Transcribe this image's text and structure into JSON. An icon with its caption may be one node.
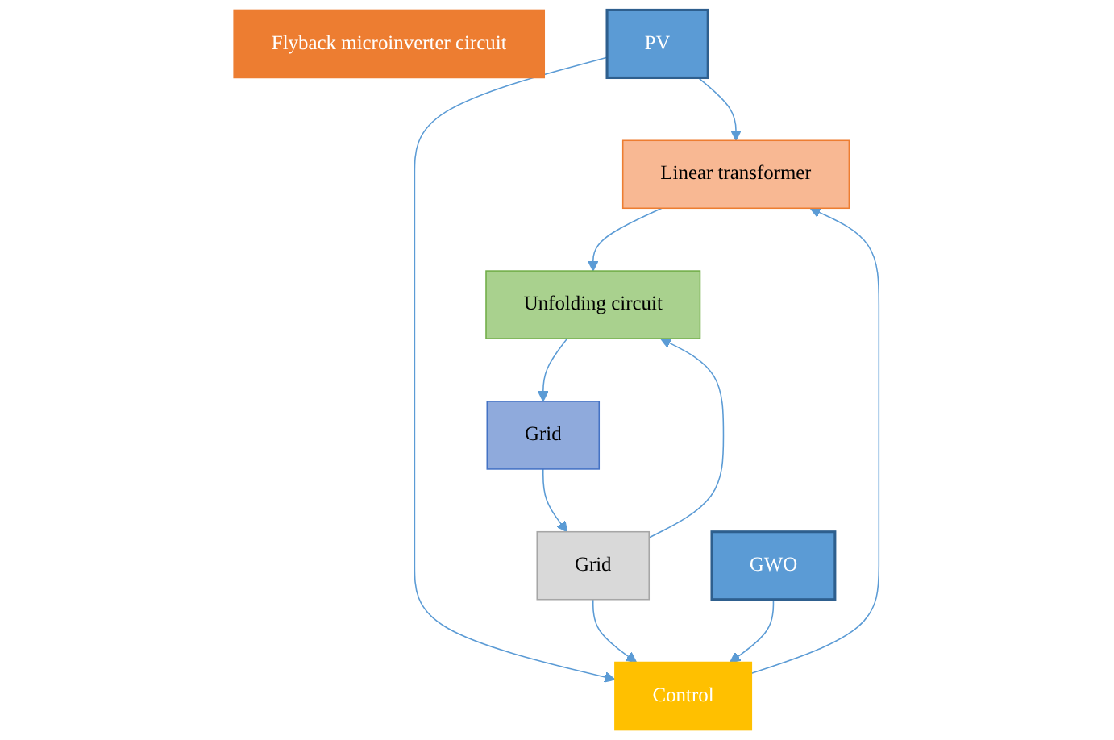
{
  "diagram": {
    "nodes": [
      {
        "text": [
          "Flyback microinverter circuit"
        ]
      },
      {
        "text": [
          "PV"
        ]
      },
      {
        "text": [
          "Linear transformer"
        ]
      },
      {
        "text": [
          "Unfolding circuit"
        ]
      },
      {
        "text": [
          "Grid"
        ]
      },
      {
        "text": [
          "Control"
        ]
      },
      {
        "text": [
          "Grid"
        ]
      },
      {
        "text": [
          "GWO"
        ]
      }
    ],
    "edges": [
      {
        "from": 1,
        "to": 2,
        "arrow": "to"
      },
      {
        "from": 2,
        "to": 3,
        "arrow": "to"
      },
      {
        "from": 3,
        "to": 4,
        "arrow": "to"
      },
      {
        "from": 1,
        "to": 5,
        "arrow": "to"
      },
      {
        "from": 5,
        "to": 2,
        "arrow": "to"
      },
      {
        "from": 4,
        "to": 6,
        "arrow": "to"
      },
      {
        "from": 6,
        "to": 5,
        "arrow": "to"
      },
      {
        "from": 6,
        "to": 3,
        "arrow": "to"
      },
      {
        "from": 7,
        "to": 5,
        "arrow": "to"
      }
    ]
  }
}
